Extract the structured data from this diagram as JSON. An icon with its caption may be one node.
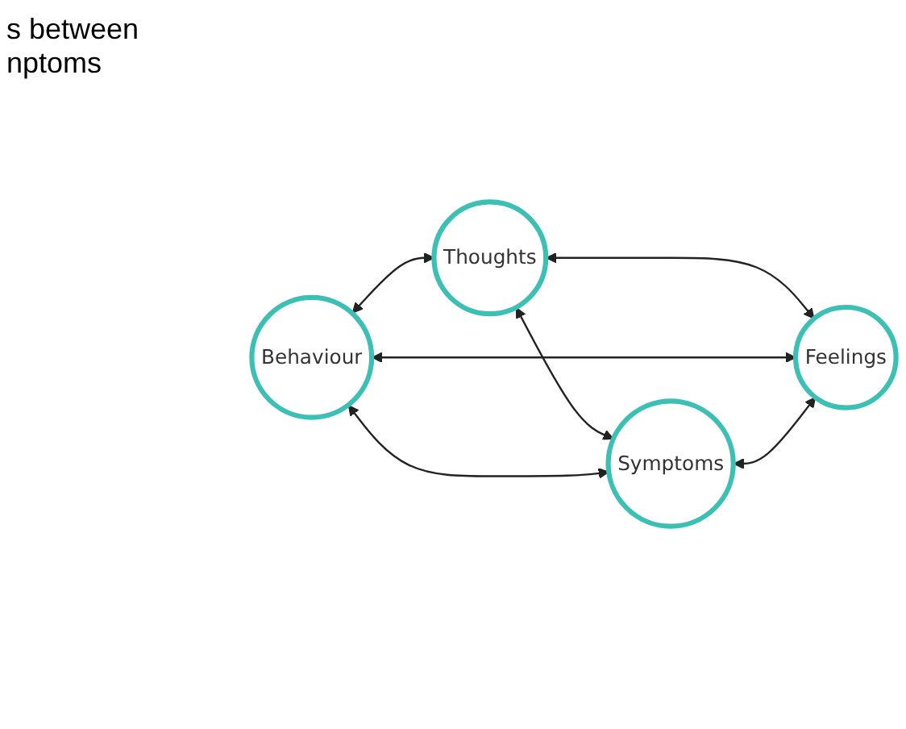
{
  "diagram": {
    "nodes": [
      {
        "text": [
          "Thoughts"
        ]
      },
      {
        "text": [
          "Behaviour"
        ]
      },
      {
        "text": [
          "Feelings"
        ]
      },
      {
        "text": [
          "Symptoms"
        ]
      }
    ],
    "edges": [
      {
        "from": 1,
        "to": 0,
        "arrow": "both"
      },
      {
        "from": 0,
        "to": 2,
        "arrow": "both"
      },
      {
        "from": 1,
        "to": 2,
        "arrow": "both"
      },
      {
        "from": 0,
        "to": 3,
        "arrow": "both"
      },
      {
        "from": 1,
        "to": 3,
        "arrow": "both"
      },
      {
        "from": 3,
        "to": 2,
        "arrow": "both"
      }
    ],
    "labels": [
      "s between nptoms"
    ]
  }
}
